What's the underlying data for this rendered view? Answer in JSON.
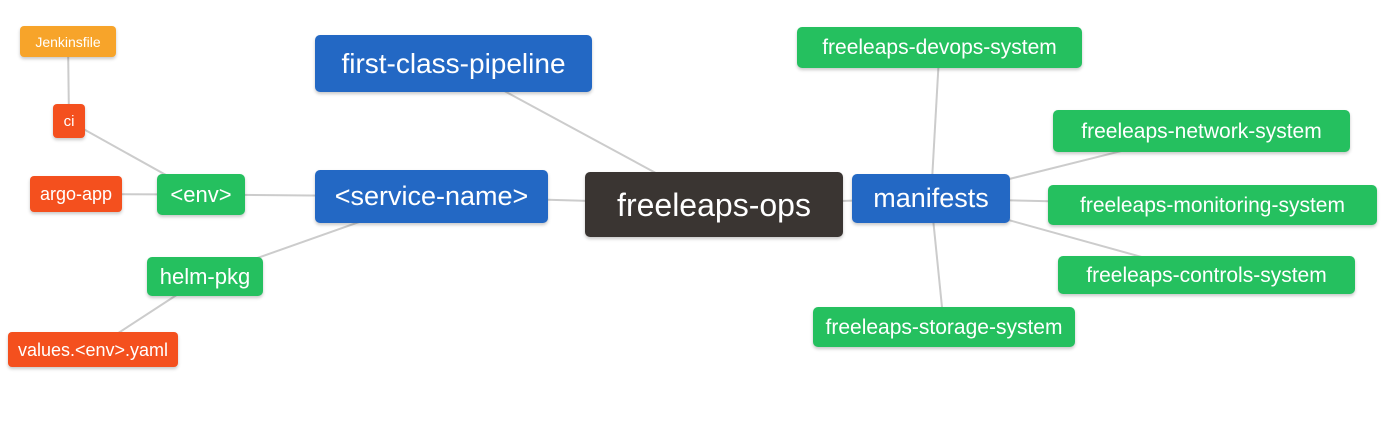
{
  "diagram": {
    "type": "mindmap",
    "root": "freeleaps-ops",
    "background_color": "#ffffff",
    "line_color": "#cccccc",
    "text_color": "#ffffff",
    "palette": {
      "blue": "#2368c4",
      "green": "#25c05f",
      "red": "#f4501e",
      "orange": "#f7a42a",
      "dark": "#3a3532"
    },
    "nodes": {
      "jenkinsfile": {
        "label": "Jenkinsfile",
        "color": "#f7a42a"
      },
      "ci": {
        "label": "ci",
        "color": "#f4501e"
      },
      "argo-app": {
        "label": "argo-app",
        "color": "#f4501e"
      },
      "env": {
        "label": "<env>",
        "color": "#25c05f"
      },
      "helm-pkg": {
        "label": "helm-pkg",
        "color": "#25c05f"
      },
      "values-env-yaml": {
        "label": "values.<env>.yaml",
        "color": "#f4501e"
      },
      "first-class-pipeline": {
        "label": "first-class-pipeline",
        "color": "#2368c4"
      },
      "service-name": {
        "label": "<service-name>",
        "color": "#2368c4"
      },
      "freeleaps-ops": {
        "label": "freeleaps-ops",
        "color": "#3a3532"
      },
      "manifests": {
        "label": "manifests",
        "color": "#2368c4"
      },
      "devops": {
        "label": "freeleaps-devops-system",
        "color": "#25c05f"
      },
      "network": {
        "label": "freeleaps-network-system",
        "color": "#25c05f"
      },
      "monitoring": {
        "label": "freeleaps-monitoring-system",
        "color": "#25c05f"
      },
      "controls": {
        "label": "freeleaps-controls-system",
        "color": "#25c05f"
      },
      "storage": {
        "label": "freeleaps-storage-system",
        "color": "#25c05f"
      }
    },
    "edges": [
      [
        "jenkinsfile",
        "ci"
      ],
      [
        "ci",
        "env"
      ],
      [
        "argo-app",
        "env"
      ],
      [
        "env",
        "service-name"
      ],
      [
        "helm-pkg",
        "service-name"
      ],
      [
        "values-env-yaml",
        "helm-pkg"
      ],
      [
        "first-class-pipeline",
        "freeleaps-ops"
      ],
      [
        "service-name",
        "freeleaps-ops"
      ],
      [
        "freeleaps-ops",
        "manifests"
      ],
      [
        "manifests",
        "devops"
      ],
      [
        "manifests",
        "network"
      ],
      [
        "manifests",
        "monitoring"
      ],
      [
        "manifests",
        "controls"
      ],
      [
        "manifests",
        "storage"
      ]
    ]
  }
}
